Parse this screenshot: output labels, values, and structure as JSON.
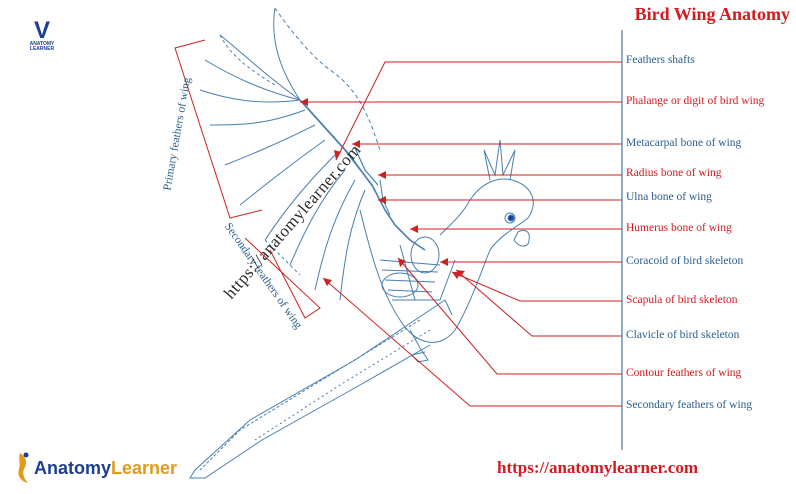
{
  "title": "Bird Wing Anatomy",
  "logo_top": {
    "mark": "V",
    "sub1": "ANATOMY",
    "sub2": "LEARNER"
  },
  "logo_bottom": {
    "part1": "Anatomy",
    "part2": "Learner"
  },
  "url_bottom": "https://anatomylearner.com",
  "watermark": "https://anatomylearner.com",
  "side_labels": {
    "primary": "Primary feathers of wing",
    "secondary": "Secondary feathers of wing"
  },
  "labels": [
    {
      "text": "Feathers shafts",
      "color": "blue"
    },
    {
      "text": "Phalange  or digit  of bird wing",
      "color": "red"
    },
    {
      "text": "Metacarpal bone of wing",
      "color": "blue"
    },
    {
      "text": "Radius bone  of wing",
      "color": "red"
    },
    {
      "text": "Ulna bone  of wing",
      "color": "blue"
    },
    {
      "text": "Humerus bone of wing",
      "color": "red"
    },
    {
      "text": "Coracoid  of bird skeleton",
      "color": "blue"
    },
    {
      "text": "Scapula of bird skeleton",
      "color": "red"
    },
    {
      "text": "Clavicle  of bird skeleton",
      "color": "blue"
    },
    {
      "text": "Contour feathers of wing",
      "color": "red"
    },
    {
      "text": "Secondary  feathers of wing",
      "color": "blue"
    }
  ],
  "colors": {
    "red": "#d61a1f",
    "blue": "#2a5d8f",
    "line_red": "#cc2222",
    "bird_outline": "#4a7fb0"
  }
}
